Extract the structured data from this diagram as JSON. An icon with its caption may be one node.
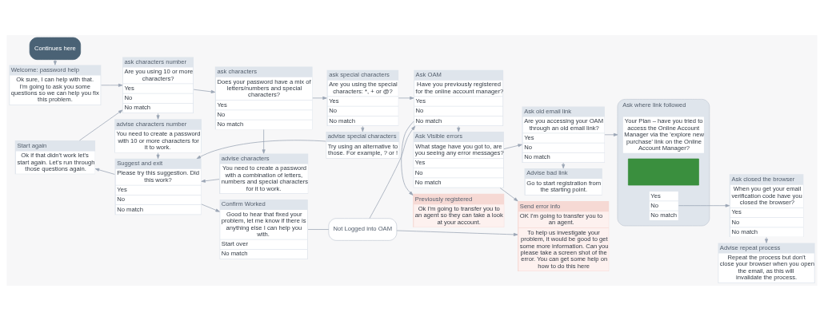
{
  "diagram": {
    "nodes": [
      {
        "text": [
          "Continues here"
        ]
      },
      {
        "text": [
          "Welcome: password help",
          "Ok sure, I can help with that. I'm going to ask you some questions so we can help you fix this problem."
        ]
      },
      {
        "text": [
          "Start again",
          "Ok if that didn't work let's start again. Let's run through those questions again."
        ]
      },
      {
        "text": [
          "Suggest and exit",
          "Please try this suggestion. Did this work?",
          "Yes",
          "No",
          "No match"
        ]
      },
      {
        "text": [
          "Confirm Worked",
          "Good to hear that fixed your problem, let me know if there is anything else I can help you with.",
          "Start over",
          "No match"
        ]
      },
      {
        "text": [
          "Not Logged into OAM"
        ]
      },
      {
        "text": [
          "advise characters number",
          "You need to create a password with 10 or more characters for it to work."
        ]
      },
      {
        "text": [
          "ask characters number",
          "Are you using 10 or more characters?",
          "Yes",
          "No",
          "No match"
        ]
      },
      {
        "text": [
          "ask characters",
          "Does your password have a mix of letters/numbers and special characters?",
          "Yes",
          "No",
          "No match"
        ]
      },
      {
        "text": [
          "advise characters",
          "You need to create a password with a combination of letters, numbers and special characters for it to work."
        ]
      },
      {
        "text": [
          "advise special characters",
          "Try using an alternative to those. For example, ? or !"
        ]
      },
      {
        "text": [
          "ask special characters",
          "Are you using the special characters: *, + or @?",
          "Yes",
          "No",
          "No match"
        ]
      },
      {
        "text": [
          "Previously registered",
          "Ok I'm going to transfer you to an agent so they can take a look at your account."
        ]
      },
      {
        "text": [
          "Ask OAM",
          "Have you previously registered for the online account manager?",
          "Yes",
          "No",
          "No match"
        ]
      },
      {
        "text": [
          "Send error info",
          "OK I'm going to transfer you to an agent.",
          "To help us investigate your problem, it would be good to get some more information. Can you please take a screen shot of the error. You can get some help on how to do this here"
        ]
      },
      {
        "text": [
          "Ask Visible errors",
          "What stage have you got to, are you seeing any error messages?",
          "Yes",
          "No",
          "No match"
        ]
      },
      {
        "text": [
          "Advise bad link",
          "Go to start registration from the starting point."
        ]
      },
      {
        "text": [
          "Ask old email link",
          "Are you accessing your OAM through an old email link?",
          "Yes",
          "No",
          "No match"
        ]
      },
      {
        "text": [
          "Ask where link followed"
        ]
      },
      {
        "text": [
          "Your Plan – have you tried to access the Online Account Manager via the 'explore new purchase' link on the Online Account Manager?"
        ],
        "in": 18
      },
      {
        "text": [],
        "shape": "box",
        "in": 18
      },
      {
        "text": [
          "Yes",
          "No",
          "No match"
        ],
        "in": 18
      },
      {
        "text": [
          "Advise repeat process",
          "Repeat the process but don't close your browser when you open the email, as this will invalidate the process."
        ]
      },
      {
        "text": [
          "Ask closed the browser",
          "When you get your email verification code have you closed the browser?",
          "Yes",
          "No",
          "No match"
        ]
      }
    ],
    "edges": [
      {
        "from": 0,
        "to": 1,
        "arrow": "to"
      },
      {
        "from": 1,
        "to": 7,
        "arrow": "to"
      },
      {
        "from": 7,
        "to": 8,
        "arrow": "to"
      },
      {
        "from": 7,
        "to": 6,
        "arrow": "to"
      },
      {
        "from": 6,
        "to": 3,
        "arrow": "to"
      },
      {
        "from": 8,
        "to": 11,
        "arrow": "to"
      },
      {
        "from": 8,
        "to": 9,
        "arrow": "to"
      },
      {
        "from": 9,
        "to": 3,
        "arrow": "to"
      },
      {
        "from": 10,
        "to": 3,
        "arrow": "to"
      },
      {
        "from": 11,
        "to": 13,
        "arrow": "to"
      },
      {
        "from": 11,
        "to": 10,
        "arrow": "to"
      },
      {
        "from": 13,
        "to": 12,
        "arrow": "to"
      },
      {
        "from": 13,
        "to": 15,
        "arrow": "to"
      },
      {
        "from": 15,
        "to": 14,
        "arrow": "to"
      },
      {
        "from": 15,
        "to": 17,
        "arrow": "to"
      },
      {
        "from": 17,
        "to": 16,
        "arrow": "to"
      },
      {
        "from": 17,
        "to": 18,
        "arrow": "to"
      },
      {
        "from": 21,
        "to": 23,
        "arrow": "to"
      },
      {
        "from": 23,
        "to": 22,
        "arrow": "to"
      },
      {
        "from": 3,
        "to": 4,
        "arrow": "to"
      },
      {
        "from": 3,
        "to": 2,
        "arrow": "to"
      },
      {
        "from": 2,
        "to": 7,
        "arrow": "to"
      },
      {
        "from": 4,
        "to": 5,
        "arrow": "none"
      },
      {
        "from": 5,
        "to": 13,
        "arrow": "to"
      },
      {
        "from": 5,
        "to": 14,
        "arrow": "to"
      }
    ]
  }
}
